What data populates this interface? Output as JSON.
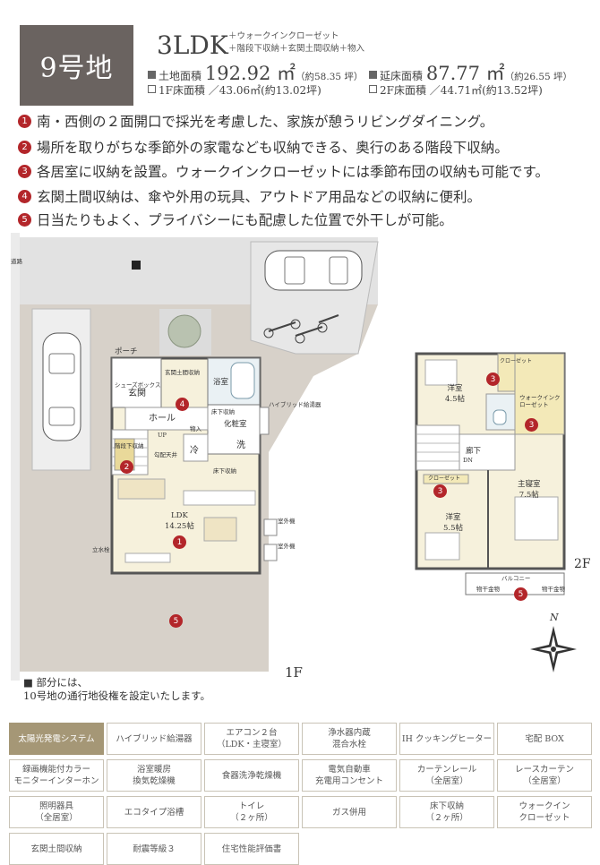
{
  "header": {
    "lot_number": "9号地",
    "plan_type": "3LDK",
    "plan_extras": [
      "＋ウォークインクローゼット",
      "＋階段下収納＋玄関土間収納＋物入"
    ],
    "land_area_label": "土地面積",
    "land_area_value": "192.92 ㎡",
    "land_area_tsubo": "（約58.35 坪）",
    "total_floor_label": "延床面積",
    "total_floor_value": "87.77 ㎡",
    "total_floor_tsubo": "（約26.55 坪）",
    "floor1_area": "1F床面積 ／43.06㎡(約13.02坪)",
    "floor2_area": "2F床面積 ／44.71㎡(約13.52坪)"
  },
  "points": [
    {
      "num": "1",
      "text": "南・西側の２面開口で採光を考慮した、家族が憩うリビングダイニング。"
    },
    {
      "num": "2",
      "text": "場所を取りがちな季節外の家電なども収納できる、奥行のある階段下収納。"
    },
    {
      "num": "3",
      "text": "各居室に収納を設置。ウォークインクローゼットには季節布団の収納も可能です。"
    },
    {
      "num": "4",
      "text": "玄関土間収納は、傘や外用の玩具、アウトドア用品などの収納に便利。"
    },
    {
      "num": "5",
      "text": "日当たりもよく、プライバシーにも配慮した位置で外干しが可能。"
    }
  ],
  "floor1": {
    "road": "道路",
    "porch": "ポーチ",
    "entrance": "玄関",
    "entrance_storage": "玄関土間収納",
    "shoes_box": "シューズボックス",
    "hall": "ホール",
    "bath": "浴室",
    "toilet_storage": "床下収納",
    "washroom": "化粧室",
    "wash": "洗",
    "hybrid": "ハイブリッド給湯器",
    "closet": "物入",
    "fridge": "冷",
    "up": "UP",
    "under_stair": "階段下収納",
    "ceiling": "勾配天井",
    "floor_storage": "床下収納",
    "ldk": "LDK",
    "ldk_size": "14.25帖",
    "faucet": "立水栓",
    "outdoor_unit1": "室外機",
    "outdoor_unit2": "室外機",
    "floor_label": "1F"
  },
  "floor2": {
    "room_a": "洋室",
    "room_a_size": "4.5帖",
    "closet_a": "クローゼット",
    "wic": "ウォークインクローゼット",
    "corridor": "廊下",
    "dn": "DN",
    "closet_b": "クローゼット",
    "master": "主寝室",
    "master_size": "7.5帖",
    "room_b": "洋室",
    "room_b_size": "5.5帖",
    "balcony": "バルコニー",
    "hang1": "物干金物",
    "hang2": "物干金物",
    "floor_label": "2F"
  },
  "compass": "N",
  "note_line1": "■ 部分には、",
  "note_line2": "10号地の通行地役権を設定いたします。",
  "features": [
    {
      "label": "太陽光発電システム",
      "highlight": true
    },
    {
      "label": "ハイブリッド給湯器",
      "highlight": false
    },
    {
      "label": "エアコン２台\n（LDK・主寝室）",
      "highlight": false
    },
    {
      "label": "浄水器内蔵\n混合水栓",
      "highlight": false
    },
    {
      "label": "IH クッキングヒーター",
      "highlight": false
    },
    {
      "label": "宅配 BOX",
      "highlight": false
    },
    {
      "label": "録画機能付カラー\nモニターインターホン",
      "highlight": false
    },
    {
      "label": "浴室暖房\n換気乾燥機",
      "highlight": false
    },
    {
      "label": "食器洗浄乾燥機",
      "highlight": false
    },
    {
      "label": "電気自動車\n充電用コンセント",
      "highlight": false
    },
    {
      "label": "カーテンレール\n（全居室）",
      "highlight": false
    },
    {
      "label": "レースカーテン\n（全居室）",
      "highlight": false
    },
    {
      "label": "照明器具\n（全居室）",
      "highlight": false
    },
    {
      "label": "エコタイプ浴槽",
      "highlight": false
    },
    {
      "label": "トイレ\n（２ヶ所）",
      "highlight": false
    },
    {
      "label": "ガス併用",
      "highlight": false
    },
    {
      "label": "床下収納\n（２ヶ所）",
      "highlight": false
    },
    {
      "label": "ウォークイン\nクローゼット",
      "highlight": false
    },
    {
      "label": "玄関土間収納",
      "highlight": false
    },
    {
      "label": "耐震等級３",
      "highlight": false
    },
    {
      "label": "住宅性能評価書",
      "highlight": false
    }
  ],
  "colors": {
    "accent_red": "#b3262a",
    "header_box": "#6a6360",
    "feature_highlight": "#a59776",
    "lot_ground": "#d7d1c9",
    "interior": "#f6f1dc"
  }
}
